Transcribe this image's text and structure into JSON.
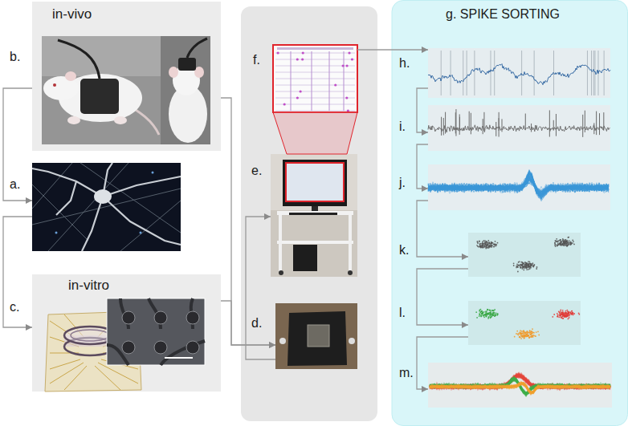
{
  "diagram": {
    "nodes": [
      {
        "text": [
          "in-vivo",
          "b."
        ]
      },
      {
        "text": [
          "a."
        ]
      },
      {
        "text": [
          "in-vitro",
          "c."
        ]
      },
      {
        "text": [
          "f."
        ]
      },
      {
        "text": [
          "e."
        ]
      },
      {
        "text": [
          "d."
        ]
      },
      {
        "text": [
          "g. SPIKE SORTING"
        ]
      },
      {
        "text": [
          "h."
        ],
        "in": 6
      },
      {
        "text": [
          "i."
        ],
        "in": 6
      },
      {
        "text": [
          "j."
        ],
        "in": 6
      },
      {
        "text": [
          "k."
        ],
        "in": 6
      },
      {
        "text": [
          "l."
        ],
        "in": 6
      },
      {
        "text": [
          "m."
        ],
        "in": 6
      }
    ],
    "edges": [
      {
        "from": 0,
        "to": 1,
        "arrow": "to"
      },
      {
        "from": 1,
        "to": 2,
        "arrow": "to"
      },
      {
        "from": 0,
        "to": 5,
        "arrow": "to"
      },
      {
        "from": 2,
        "to": 5,
        "arrow": "to"
      },
      {
        "from": 5,
        "to": 4,
        "arrow": "to"
      },
      {
        "from": 4,
        "to": 3,
        "arrow": "none"
      },
      {
        "from": 3,
        "to": 7,
        "arrow": "to"
      },
      {
        "from": 7,
        "to": 8,
        "arrow": "to"
      },
      {
        "from": 8,
        "to": 9,
        "arrow": "to"
      },
      {
        "from": 9,
        "to": 10,
        "arrow": "to"
      },
      {
        "from": 10,
        "to": 11,
        "arrow": "to"
      },
      {
        "from": 11,
        "to": 12,
        "arrow": "to"
      }
    ]
  }
}
